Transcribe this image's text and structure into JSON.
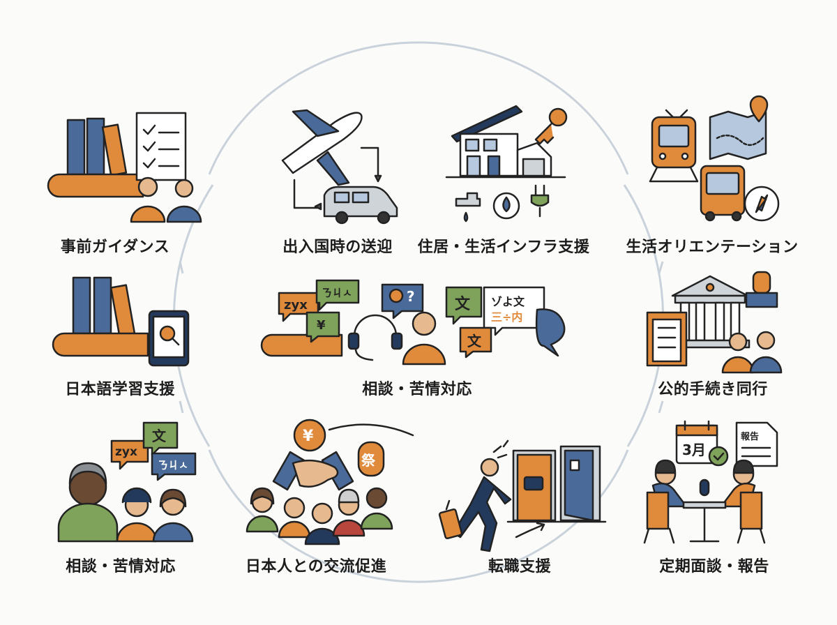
{
  "diagram": {
    "items": [
      {
        "id": "pre-guidance",
        "label": "事前ガイダンス"
      },
      {
        "id": "airport-pickup",
        "label": "出入国時の送迎"
      },
      {
        "id": "housing",
        "label": "住居・生活インフラ支援"
      },
      {
        "id": "orientation",
        "label": "生活オリエンテーション"
      },
      {
        "id": "japanese-study",
        "label": "日本語学習支援"
      },
      {
        "id": "consultation-center",
        "label": "相談・苦情対応"
      },
      {
        "id": "public-procedures",
        "label": "公的手続き同行"
      },
      {
        "id": "consultation",
        "label": "相談・苦情対応"
      },
      {
        "id": "exchange",
        "label": "日本人との交流促進"
      },
      {
        "id": "job-change",
        "label": "転職支援"
      },
      {
        "id": "interview",
        "label": "定期面談・報告"
      }
    ],
    "icon_text": {
      "zyx": "zyx",
      "kana": "ㄋㄐㅅ",
      "yen": "¥",
      "q": "?",
      "bun": "文",
      "mix": "ゾよ文",
      "mix2": "三÷内",
      "matsuri": "祭",
      "month": "3月",
      "report": "報告"
    },
    "colors": {
      "blue": "#4a6a99",
      "orange": "#e08a3c",
      "green": "#7fa35a",
      "navy": "#243a5c",
      "ring": "#c9d2da",
      "ink": "#1c1c1c"
    }
  }
}
